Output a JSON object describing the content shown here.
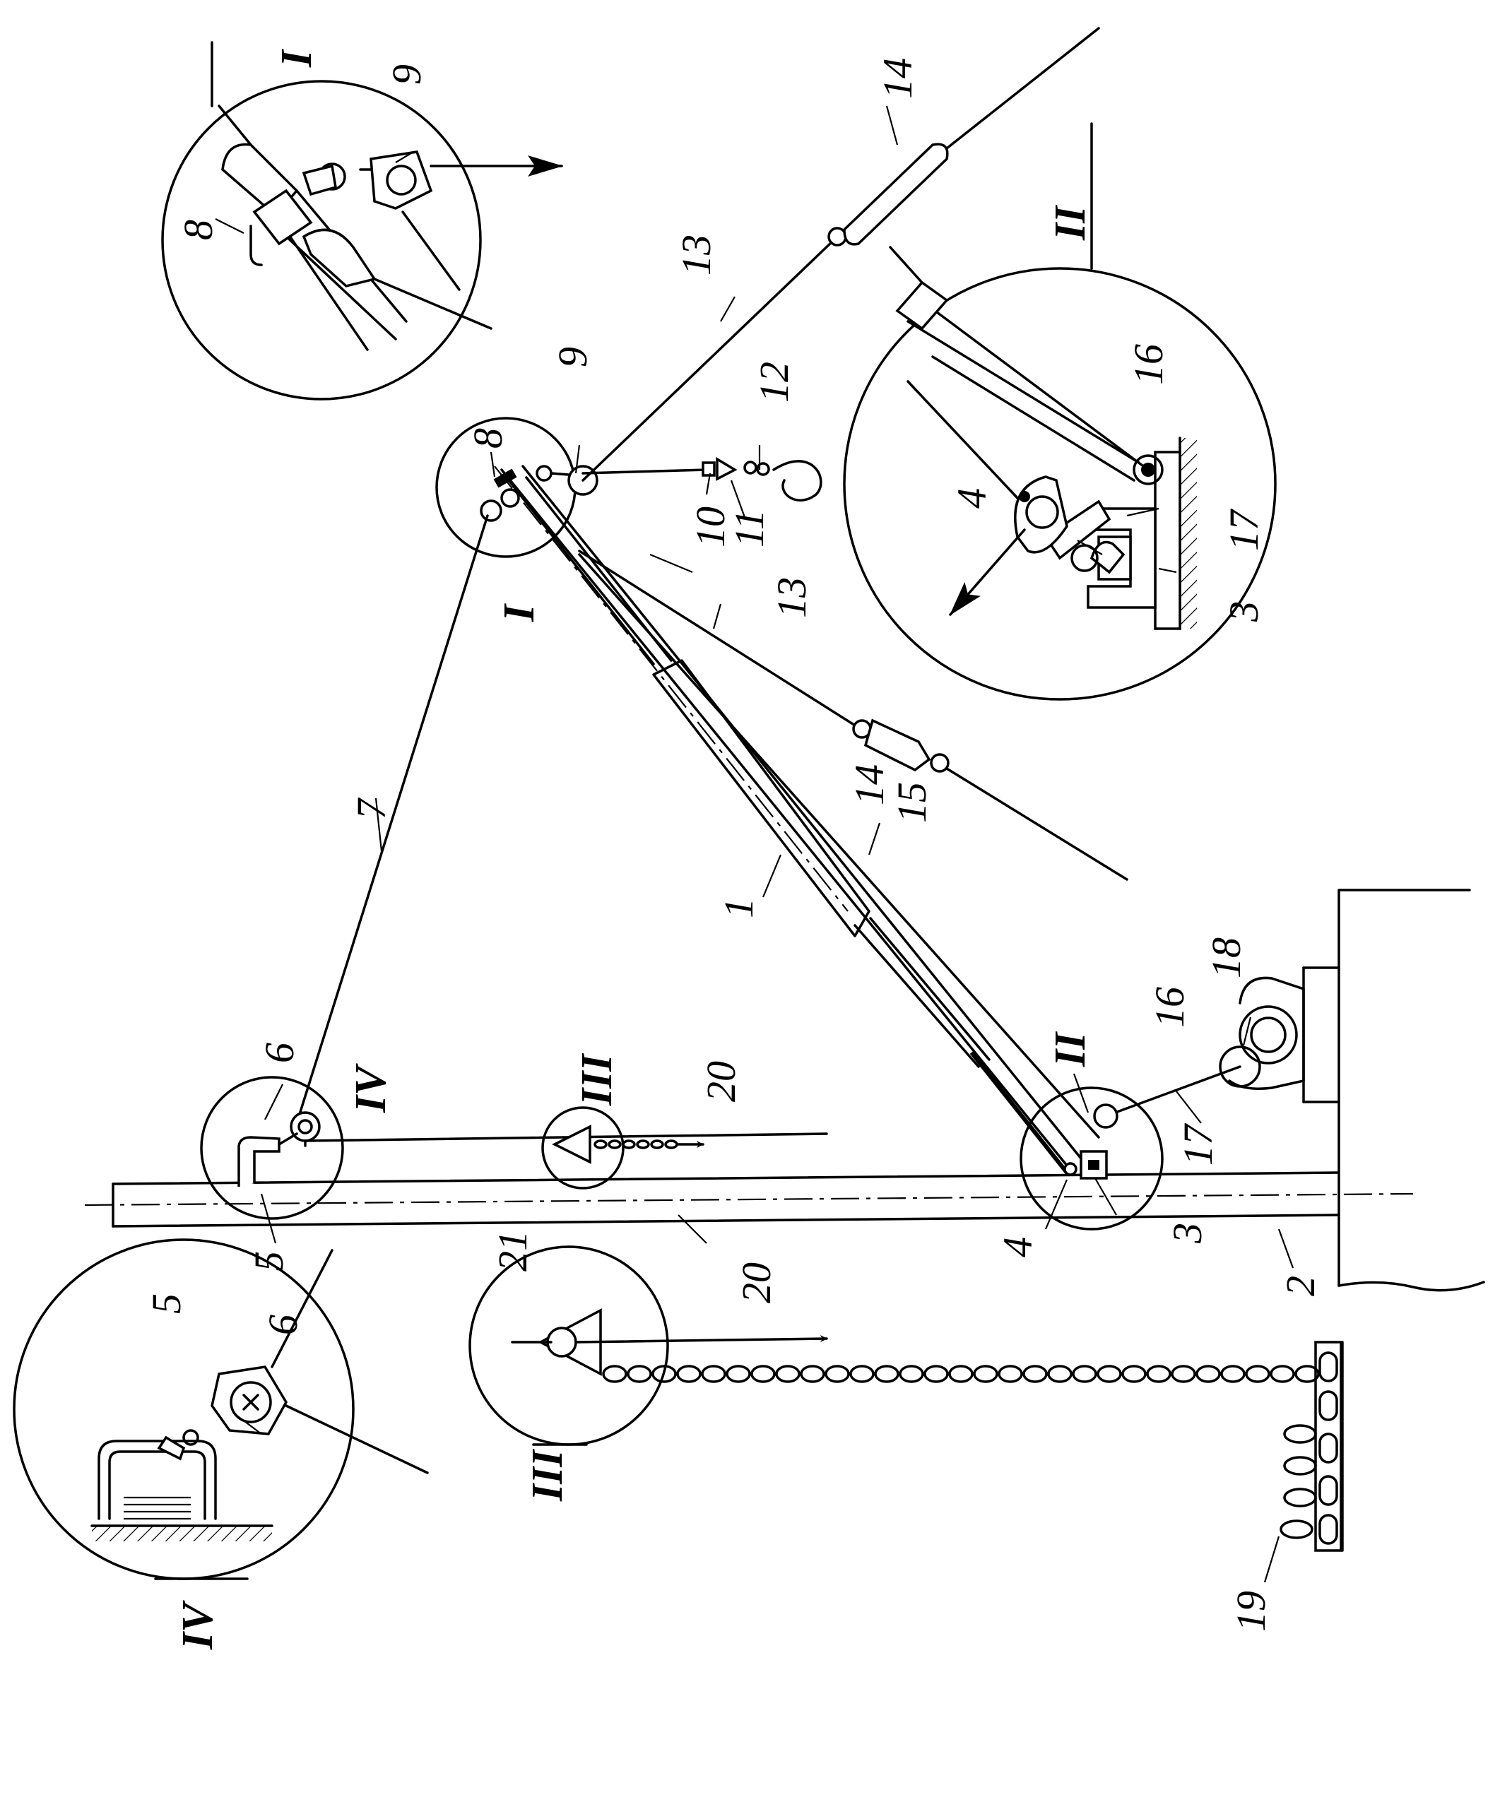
{
  "labels": {
    "n1": "1",
    "n2": "2",
    "n3": "3",
    "n4": "4",
    "n5": "5",
    "n6": "6",
    "n7": "7",
    "n8": "8",
    "n9": "9",
    "n10": "10",
    "n11": "11",
    "n12": "12",
    "n13": "13",
    "n14": "14",
    "n15": "15",
    "n16": "16",
    "n17": "17",
    "n18": "18",
    "n19": "19",
    "n20": "20",
    "n21": "21"
  },
  "views": {
    "I": "I",
    "II": "II",
    "III": "III",
    "IV": "IV"
  }
}
